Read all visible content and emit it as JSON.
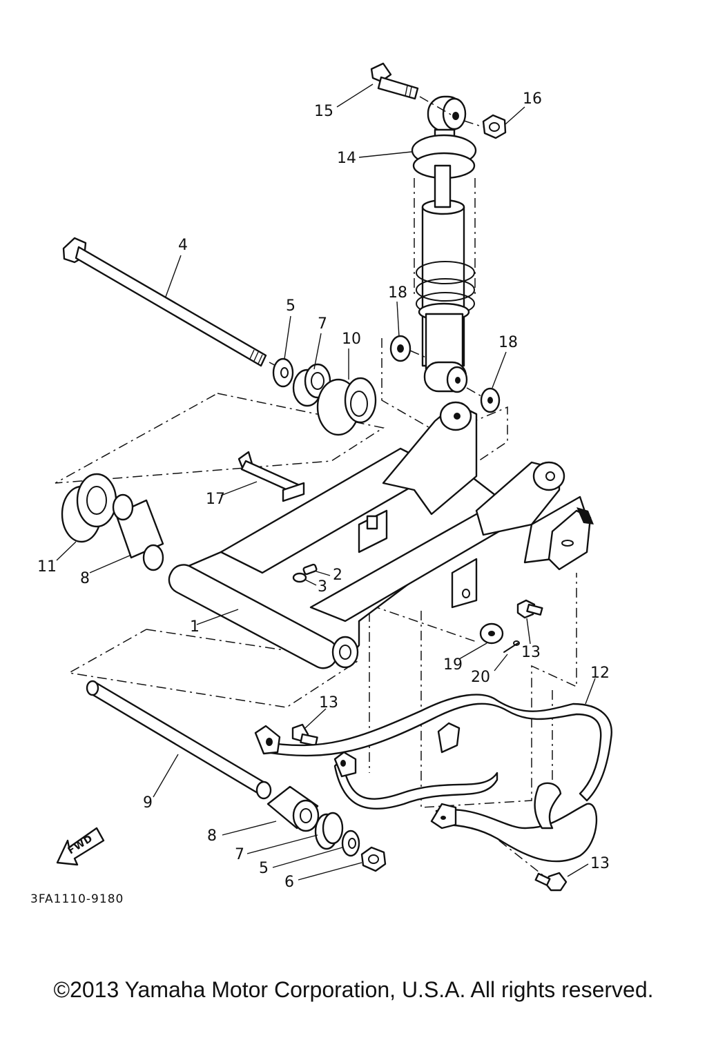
{
  "diagram": {
    "part_code": "3FA1110-9180",
    "fwd_label": "FWD",
    "callouts": {
      "c1": "1",
      "c2": "2",
      "c3": "3",
      "c4": "4",
      "c5a": "5",
      "c5b": "5",
      "c6": "6",
      "c7a": "7",
      "c7b": "7",
      "c8a": "8",
      "c8b": "8",
      "c9": "9",
      "c10": "10",
      "c11": "11",
      "c12": "12",
      "c13a": "13",
      "c13b": "13",
      "c13c": "13",
      "c14": "14",
      "c15": "15",
      "c16": "16",
      "c17": "17",
      "c18a": "18",
      "c18b": "18",
      "c19": "19",
      "c20": "20"
    }
  },
  "copyright": "©2013 Yamaha Motor Corporation, U.S.A. All rights reserved."
}
